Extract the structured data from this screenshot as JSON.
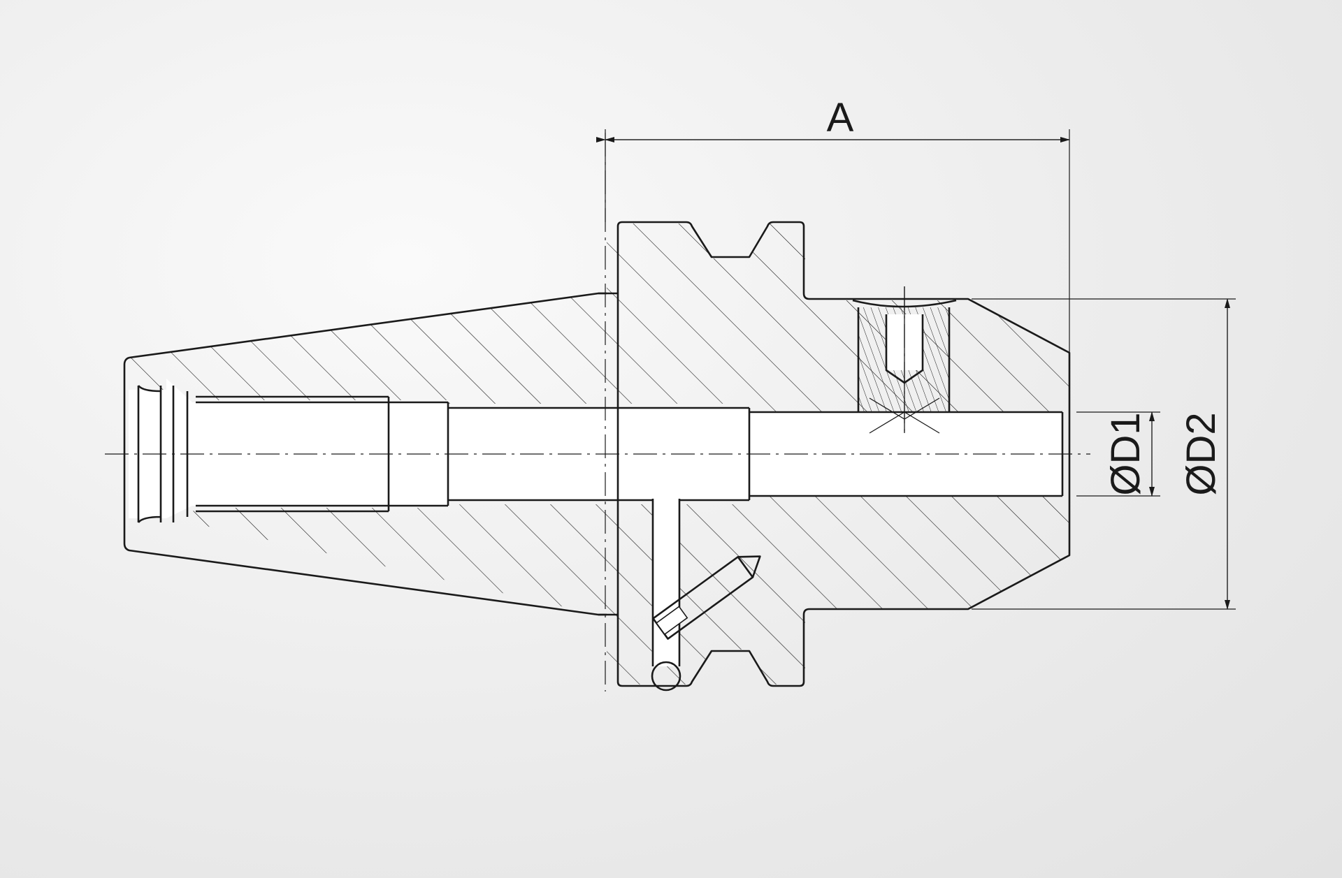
{
  "drawing": {
    "dimensions": {
      "length_label": "A",
      "bore_label": "ØD1",
      "outer_label": "ØD2"
    },
    "colors": {
      "line": "#1a1a1a",
      "section_fill": "#ffffff",
      "background": "#ececec"
    }
  }
}
